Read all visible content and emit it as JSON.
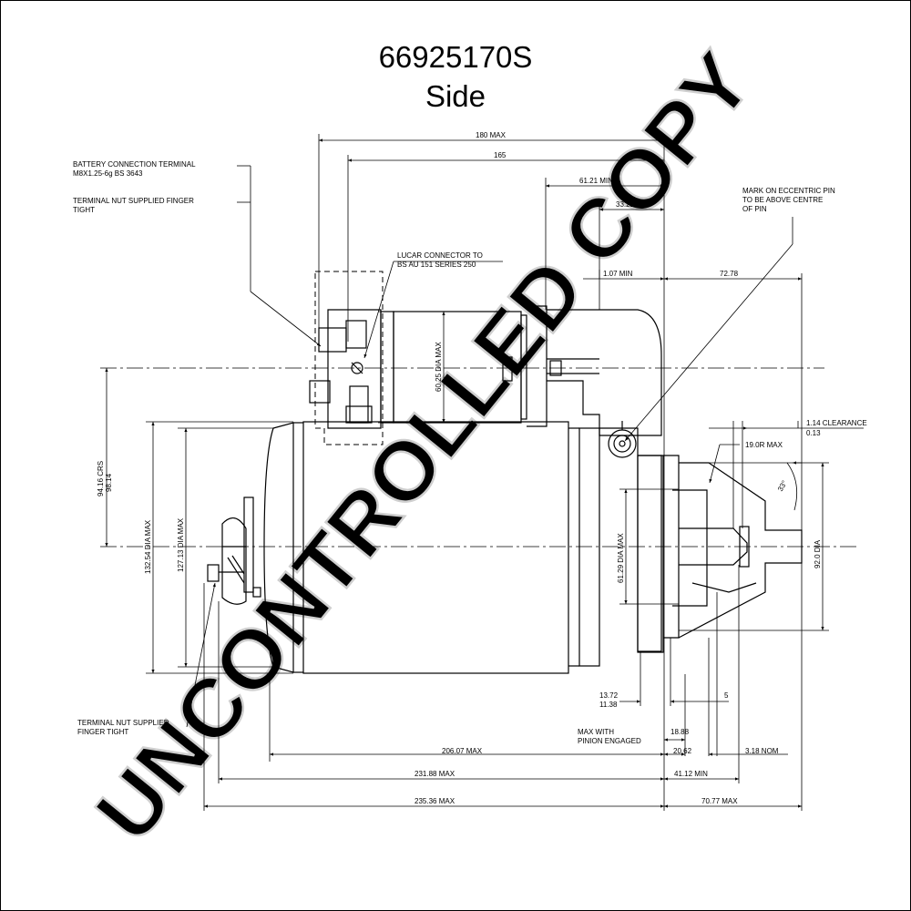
{
  "title": "66925170S",
  "subtitle": "Side",
  "watermark": "UNCONTROLLED COPY",
  "colors": {
    "line": "#000000",
    "watermark": "#d0d0d0",
    "background": "#ffffff"
  },
  "notes": {
    "battery_terminal_1": "BATTERY CONNECTION TERMINAL",
    "battery_terminal_2": "M8X1.25-6g BS 3643",
    "terminal_nut_1": "TERMINAL NUT SUPPLIED FINGER",
    "terminal_nut_2": "TIGHT",
    "lucar_1": "LUCAR CONNECTOR TO",
    "lucar_2": "BS AU 151 SERIES 250",
    "mark_pin_1": "MARK ON ECCENTRIC PIN",
    "mark_pin_2": "TO BE ABOVE CENTRE",
    "mark_pin_3": "OF PIN",
    "nut_lower_1": "TERMINAL NUT SUPPLIED",
    "nut_lower_2": "FINGER TIGHT",
    "pinion_1": "MAX WITH",
    "pinion_2": "PINION ENGAGED",
    "clearance_1": "1.14 CLEARANCE",
    "clearance_2": "0.13"
  },
  "dimensions": {
    "d180": "180 MAX",
    "d165": "165",
    "d6121": "61.21 MIN",
    "d3322": "33.22 MIN",
    "d107": "1.07 MIN",
    "d7278": "72.78",
    "d6025": "60.25 DIA MAX",
    "d9416a": "94.16 CRS",
    "d9416b": "98.14",
    "d13254": "132.54 DIA MAX",
    "d12713": "127.13 DIA MAX",
    "d6129": "61.29 DIA MAX",
    "d92": "92.0 DIA",
    "d190": "19.0R MAX",
    "d33deg": "33°",
    "d1372": "13.72",
    "d1138": "11.38",
    "d5": "5",
    "d1888": "18.88",
    "d2062": "20.62",
    "d318": "3.18 NOM",
    "d20607": "206.07 MAX",
    "d23188": "231.88 MAX",
    "d4112": "41.12 MIN",
    "d23536": "235.36 MAX",
    "d7077": "70.77 MAX"
  }
}
